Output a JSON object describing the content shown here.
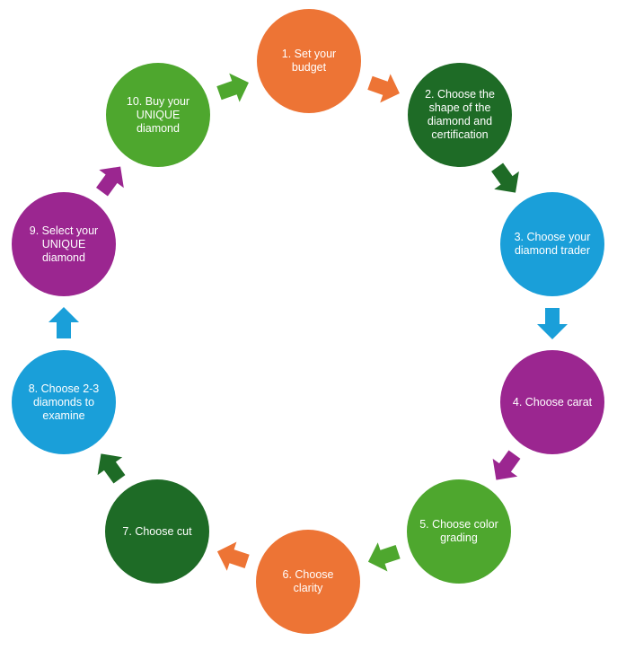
{
  "colors": {
    "orange": "#ED7435",
    "dark_green": "#1E6B26",
    "blue": "#1A9FD9",
    "purple": "#9B2690",
    "light_green": "#4EA72E"
  },
  "steps": [
    {
      "label": "1. Set your budget",
      "color": "#ED7435"
    },
    {
      "label": "2. Choose the shape of the diamond and certification",
      "color": "#1E6B26"
    },
    {
      "label": "3. Choose your diamond trader",
      "color": "#1A9FD9"
    },
    {
      "label": "4. Choose carat",
      "color": "#9B2690"
    },
    {
      "label": "5. Choose color grading",
      "color": "#4EA72E"
    },
    {
      "label": "6. Choose clarity",
      "color": "#ED7435"
    },
    {
      "label": "7. Choose cut",
      "color": "#1E6B26"
    },
    {
      "label": "8. Choose 2-3 diamonds to examine",
      "color": "#1A9FD9"
    },
    {
      "label": "9. Select your UNIQUE diamond",
      "color": "#9B2690"
    },
    {
      "label": "10. Buy your UNIQUE diamond",
      "color": "#4EA72E"
    }
  ],
  "arrows": [
    {
      "from": 1,
      "to": 2,
      "color": "#ED7435"
    },
    {
      "from": 2,
      "to": 3,
      "color": "#1E6B26"
    },
    {
      "from": 3,
      "to": 4,
      "color": "#1A9FD9"
    },
    {
      "from": 4,
      "to": 5,
      "color": "#9B2690"
    },
    {
      "from": 5,
      "to": 6,
      "color": "#4EA72E"
    },
    {
      "from": 6,
      "to": 7,
      "color": "#ED7435"
    },
    {
      "from": 7,
      "to": 8,
      "color": "#1E6B26"
    },
    {
      "from": 8,
      "to": 9,
      "color": "#1A9FD9"
    },
    {
      "from": 9,
      "to": 10,
      "color": "#9B2690"
    },
    {
      "from": 10,
      "to": 1,
      "color": "#4EA72E"
    }
  ]
}
